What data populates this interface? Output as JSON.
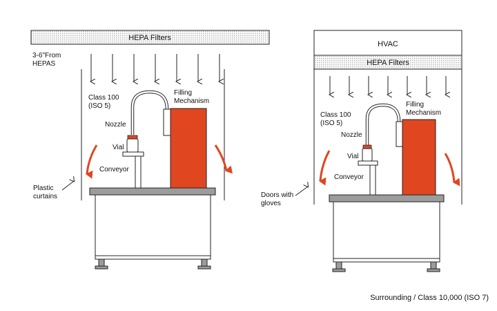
{
  "left_unit": {
    "hepa_label": "HEPA Filters",
    "distance_line1": "3-6\"From",
    "distance_line2": "HEPAS",
    "class_line1": "Class 100",
    "class_line2": "(ISO 5)",
    "filling_line1": "Filling",
    "filling_line2": "Mechanism",
    "nozzle": "Nozzle",
    "vial": "Vial",
    "conveyor": "Conveyor",
    "barrier_line1": "Plastic",
    "barrier_line2": "curtains"
  },
  "right_unit": {
    "hvac_label": "HVAC",
    "hepa_label": "HEPA Filters",
    "class_line1": "Class 100",
    "class_line2": "(ISO 5)",
    "filling_line1": "Filling",
    "filling_line2": "Mechanism",
    "nozzle": "Nozzle",
    "vial": "Vial",
    "conveyor": "Conveyor",
    "barrier_line1": "Doors with",
    "barrier_line2": "gloves"
  },
  "footer": "Surrounding / Class 10,000 (ISO 7)",
  "colors": {
    "machine": "#e04620",
    "airflow_arrow": "#e04620",
    "table_top": "#9c9c9c",
    "filter_hatch": "#c8c8c8",
    "line": "#222222"
  }
}
